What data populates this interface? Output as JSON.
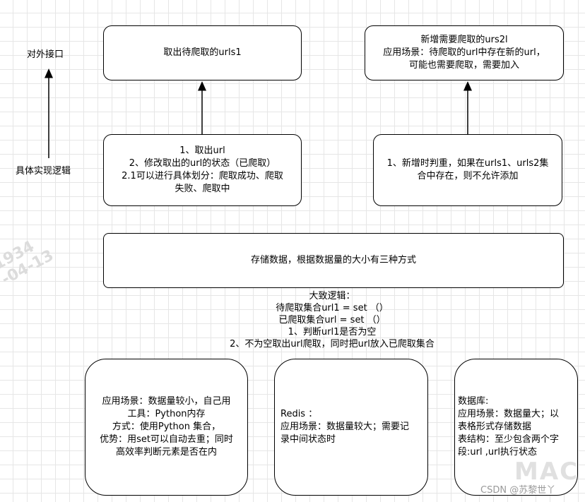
{
  "labels": {
    "external_interface": "对外接口",
    "implementation_logic": "具体实现逻辑"
  },
  "boxes": {
    "top_left": "取出待爬取的urls1",
    "top_right": [
      "新增需要爬取的urs2l",
      "应用场景：待爬取的url中存在新的url，",
      "可能也需要爬取，需要加入"
    ],
    "mid_left": [
      "1、取出url",
      "2、修改取出的url的状态（已爬取）",
      "2.1可以进行具体划分：爬取成功、爬取",
      "失败、爬取中"
    ],
    "mid_right": [
      "1、新增时判重，如果在urls1、urls2集",
      "合中存在，则不允许添加"
    ],
    "storage": "存储数据，根据数据量的大小有三种方式"
  },
  "logic_text": [
    "大致逻辑：",
    "待爬取集合url1 = set （）",
    "已爬取集合url = set （）",
    "1、判断url1是否为空",
    "2、不为空取出url爬取，同时把url放入已爬取集合"
  ],
  "methods": {
    "python": [
      "应用场景：数据量较小，自己用",
      "工具：Python内存",
      "方式：使用Python 集合，",
      "优势：用set可以自动去重；同时",
      "高效率判断元素是否在内"
    ],
    "redis": [
      "Redis ：",
      "应用场景：数据量较大；需要记",
      "录中间状态时"
    ],
    "database": [
      "数据库:",
      "应用场景：数据量大；以",
      "表格形式存储数据",
      "表结构：至少包含两个字",
      "段:url ,url执行状态"
    ]
  },
  "watermarks": {
    "csdn": "CSDN @苏黎世丫",
    "mac": "MAC",
    "left_stamp": [
      "1934",
      "-04-13"
    ]
  },
  "colors": {
    "grid": "#e6e6e6",
    "stroke": "#000000",
    "watermark": "#d9d9d9"
  }
}
